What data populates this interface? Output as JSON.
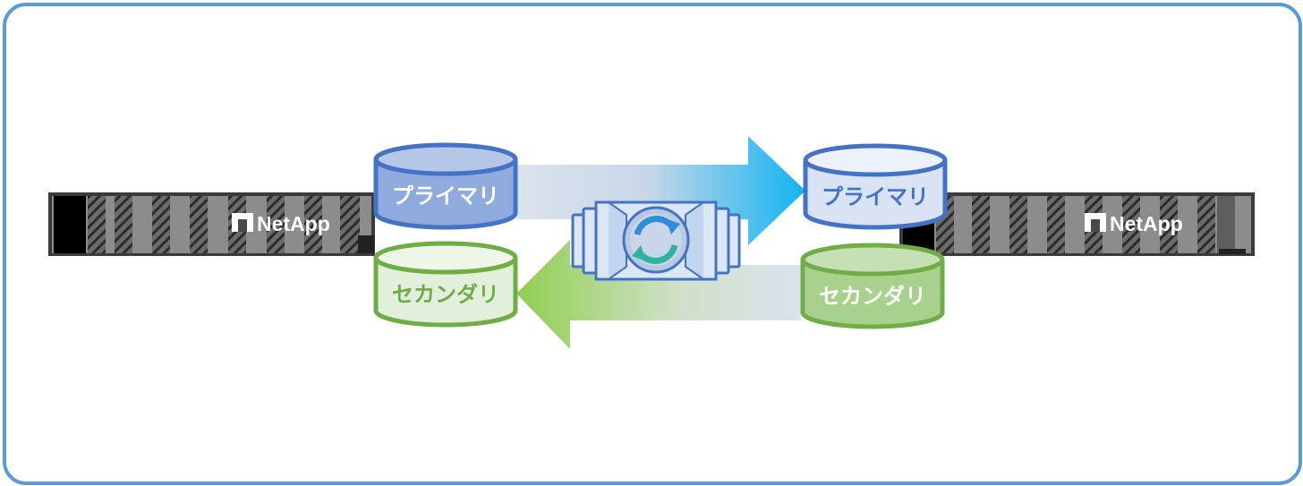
{
  "left_site": {
    "brand": "NetApp",
    "primary_label": "プライマリ",
    "secondary_label": "セカンダリ"
  },
  "right_site": {
    "brand": "NetApp",
    "primary_label": "プライマリ",
    "secondary_label": "セカンダリ"
  },
  "center": {
    "icon": "sync-icon"
  },
  "colors": {
    "frame": "#5b9bd5",
    "primary_stroke": "#4472c4",
    "primary_fill_left": "#8faadc",
    "primary_fill_right": "#dae3f3",
    "secondary_stroke": "#70ad47",
    "secondary_fill_left": "#e2efda",
    "secondary_fill_right": "#a9d18e",
    "arrow_blue": "#1ab0f0",
    "arrow_green": "#92d050",
    "sync_teal": "#2fb3a0",
    "sync_blue": "#2e8fd8"
  }
}
